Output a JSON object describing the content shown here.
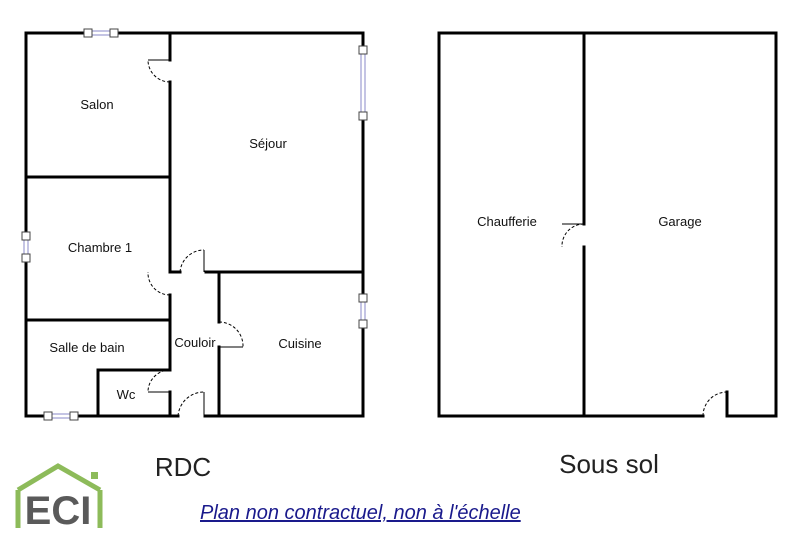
{
  "floors": {
    "rdc": {
      "title": "RDC",
      "rooms": {
        "salon": "Salon",
        "sejour": "Séjour",
        "chambre1": "Chambre 1",
        "salle_de_bain": "Salle de bain",
        "couloir": "Couloir",
        "cuisine": "Cuisine",
        "wc": "Wc"
      }
    },
    "sous_sol": {
      "title": "Sous sol",
      "rooms": {
        "chaufferie": "Chaufferie",
        "garage": "Garage"
      }
    }
  },
  "disclaimer": "Plan non contractuel, non à l'échelle",
  "logo": {
    "text": "ECI",
    "colors": {
      "house": "#8dbb5a",
      "letters": "#5a5a5a"
    }
  }
}
